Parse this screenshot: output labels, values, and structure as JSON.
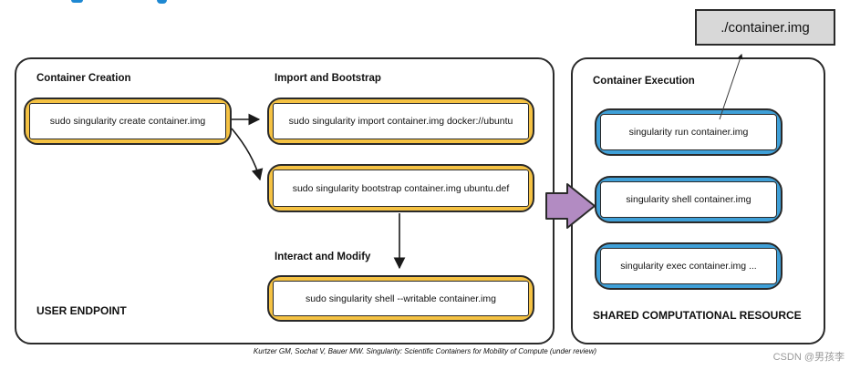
{
  "file_label": {
    "text": "./container.img"
  },
  "user_endpoint": {
    "label": "USER ENDPOINT",
    "sections": {
      "creation": {
        "title": "Container Creation",
        "commands": [
          "sudo singularity create container.img"
        ]
      },
      "import_bootstrap": {
        "title": "Import and Bootstrap",
        "commands": [
          "sudo singularity import container.img docker://ubuntu",
          "sudo singularity bootstrap container.img ubuntu.def"
        ]
      },
      "interact_modify": {
        "title": "Interact and Modify",
        "commands": [
          "sudo singularity shell --writable container.img"
        ]
      }
    }
  },
  "shared_resource": {
    "label": "SHARED COMPUTATIONAL RESOURCE",
    "section_title": "Container Execution",
    "commands": [
      "singularity run container.img",
      "singularity shell container.img",
      "singularity exec container.img ..."
    ]
  },
  "footer": {
    "citation": "Kurtzer GM, Sochat V, Bauer MW. Singularity: Scientific Containers for Mobility of Compute (under review)",
    "watermark": "CSDN @男孩李"
  },
  "colors": {
    "creation_box_yellow": "#F5C243",
    "execution_box_blue": "#3FA0D8",
    "flow_arrow_purple": "#B28BC2",
    "file_label_gray": "#D8D8D8",
    "stroke_dark": "#2a2a2a",
    "heading_fragment_blue": "#1E88D2",
    "watermark_gray": "#9a9a9a"
  }
}
